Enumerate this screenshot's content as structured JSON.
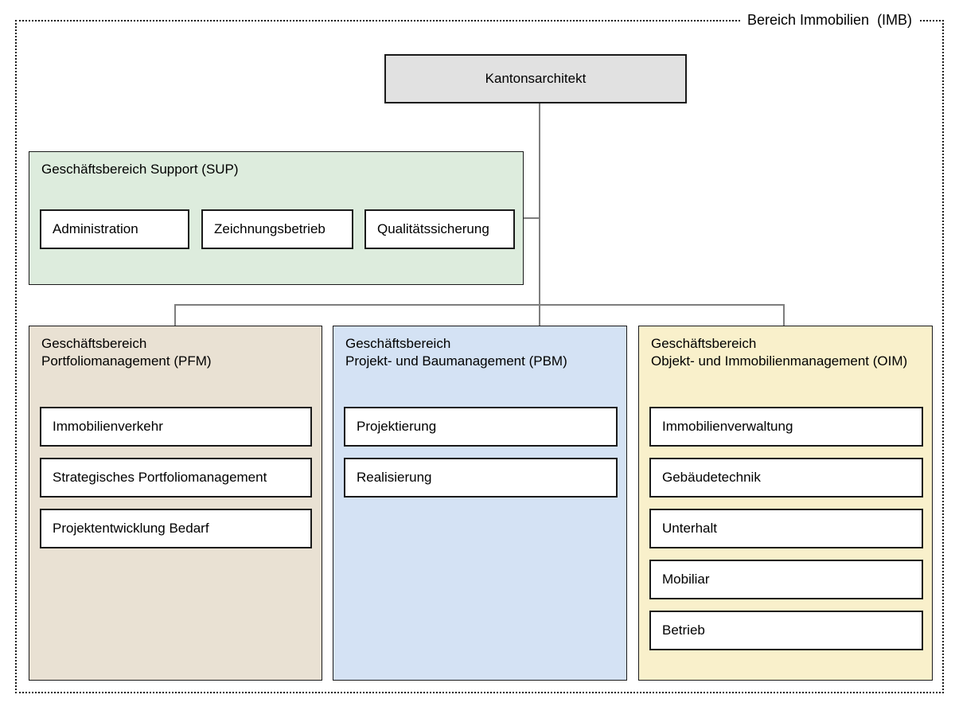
{
  "frame": {
    "label": "Bereich Immobilien  (IMB)"
  },
  "root_box": {
    "label": "Kantonsarchitekt",
    "bg": "#e1e1e1"
  },
  "support": {
    "title": "Geschäftsbereich Support (SUP)",
    "bg": "#ddecdd",
    "units": [
      "Administration",
      "Zeichnungsbetrieb",
      "Qualitätssicherung"
    ]
  },
  "divisions": [
    {
      "title_line1": "Geschäftsbereich",
      "title_line2": "Portfoliomanagement (PFM)",
      "bg": "#e9e1d3",
      "units": [
        "Immobilienverkehr",
        "Strategisches Portfoliomanagement",
        "Projektentwicklung Bedarf"
      ]
    },
    {
      "title_line1": "Geschäftsbereich",
      "title_line2": "Projekt- und Baumanagement (PBM)",
      "bg": "#d4e2f4",
      "units": [
        "Projektierung",
        "Realisierung"
      ]
    },
    {
      "title_line1": "Geschäftsbereich",
      "title_line2": "Objekt- und Immobilienmanagement (OIM)",
      "bg": "#f9f0cb",
      "units": [
        "Immobilienverwaltung",
        "Gebäudetechnik",
        "Unterhalt",
        "Mobiliar",
        "Betrieb"
      ]
    }
  ],
  "connector_color": "#7e7e7e"
}
